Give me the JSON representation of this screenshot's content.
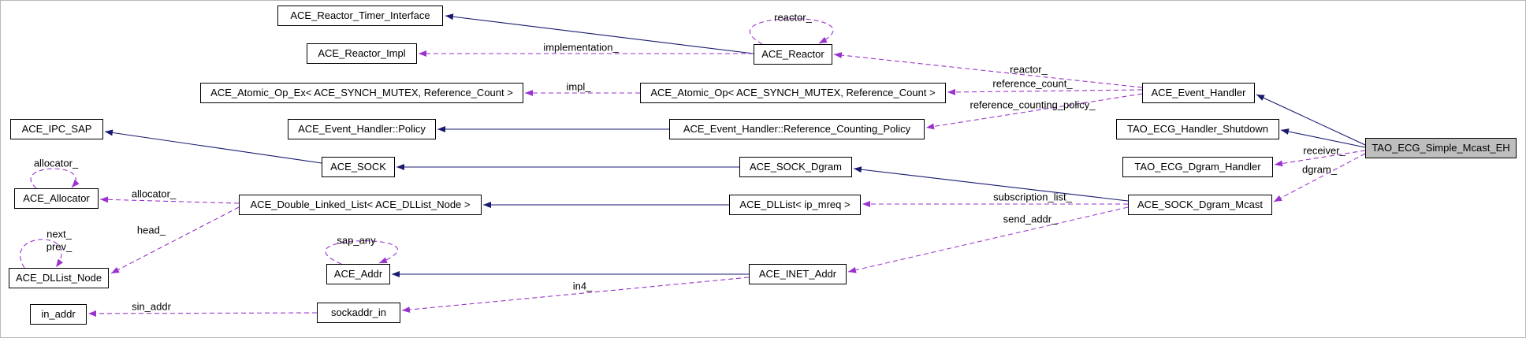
{
  "diagram": {
    "type": "doxygen-collaboration-graph",
    "target_class": "TAO_ECG_Simple_Mcast_EH",
    "colors": {
      "inheritance_edge": "#191970",
      "usage_edge": "#9a32cd",
      "target_node_bg": "#bebebe",
      "node_bg": "#ffffff",
      "node_border": "#000000"
    },
    "nodes": [
      {
        "label": "ACE_Reactor_Timer_Interface"
      },
      {
        "label": "ACE_Reactor_Impl"
      },
      {
        "label": "ACE_Reactor"
      },
      {
        "label": "ACE_Atomic_Op_Ex< ACE_SYNCH_MUTEX, Reference_Count >"
      },
      {
        "label": "ACE_Atomic_Op< ACE_SYNCH_MUTEX, Reference_Count >"
      },
      {
        "label": "ACE_Event_Handler"
      },
      {
        "label": "ACE_IPC_SAP"
      },
      {
        "label": "ACE_Event_Handler::Policy"
      },
      {
        "label": "ACE_Event_Handler::Reference_Counting_Policy"
      },
      {
        "label": "TAO_ECG_Handler_Shutdown"
      },
      {
        "label": "TAO_ECG_Simple_Mcast_EH"
      },
      {
        "label": "ACE_SOCK"
      },
      {
        "label": "ACE_SOCK_Dgram"
      },
      {
        "label": "TAO_ECG_Dgram_Handler"
      },
      {
        "label": "ACE_Allocator"
      },
      {
        "label": "ACE_Double_Linked_List< ACE_DLList_Node >"
      },
      {
        "label": "ACE_DLList< ip_mreq >"
      },
      {
        "label": "ACE_SOCK_Dgram_Mcast"
      },
      {
        "label": "ACE_DLList_Node"
      },
      {
        "label": "ACE_Addr"
      },
      {
        "label": "ACE_INET_Addr"
      },
      {
        "label": "in_addr"
      },
      {
        "label": "sockaddr_in"
      }
    ],
    "edge_labels": [
      {
        "text": "reactor_"
      },
      {
        "text": "implementation_"
      },
      {
        "text": "impl_"
      },
      {
        "text": "reactor_"
      },
      {
        "text": "reference_count_"
      },
      {
        "text": "reference_counting_policy_"
      },
      {
        "text": "receiver_"
      },
      {
        "text": "dgram_"
      },
      {
        "text": "subscription_list_"
      },
      {
        "text": "send_addr_"
      },
      {
        "text": "allocator_"
      },
      {
        "text": "allocator_"
      },
      {
        "text": "head_"
      },
      {
        "text": "next_"
      },
      {
        "text": "prev_"
      },
      {
        "text": "sap_any"
      },
      {
        "text": "in4_"
      },
      {
        "text": "sin_addr"
      }
    ]
  }
}
